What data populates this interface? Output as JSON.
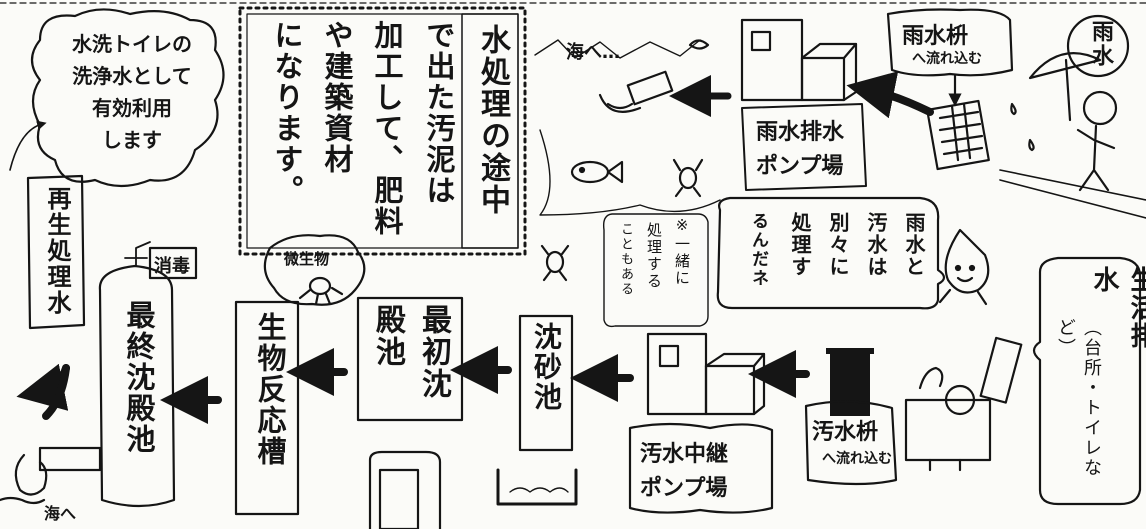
{
  "flow_labels": {
    "sewage_title": "生活排水",
    "sewage_sub": "（台所・トイレなど）",
    "sewage_basin_title": "汚水枡",
    "sewage_basin_sub": "へ流れ込む",
    "sewage_pump_line1": "汚水中継",
    "sewage_pump_line2": "ポンプ場",
    "grit_chamber": "沈砂池",
    "primary_settling": "最初沈殿池",
    "bioreactor": "生物反応槽",
    "microbe": "微生物",
    "final_settling": "最終沈殿池",
    "disinfection": "消毒",
    "reclaimed": "再生処理水",
    "to_sea_bottom": "海へ"
  },
  "rain_labels": {
    "rain": "雨水",
    "rain_basin_title": "雨水枡",
    "rain_basin_sub": "へ流れ込む",
    "rain_pump_line1": "雨水排水",
    "rain_pump_line2": "ポンプ場",
    "to_sea_top": "海へ…"
  },
  "notes": {
    "toilet_bubble": [
      "水洗トイレの",
      "洗浄水として",
      "有効利用",
      "します"
    ],
    "sludge_panel": [
      "水処理の途中",
      "で出た汚泥は",
      "加工して、肥料",
      "や建築資材",
      "になります。"
    ],
    "separate_bubble": [
      "雨水と",
      "汚水は",
      "別々に",
      "処理す",
      "るんだネ"
    ],
    "together_note": [
      "※一緒に",
      "処理する",
      "こともある"
    ]
  },
  "colors": {
    "ink": "#151515",
    "paper": "#fbfbf8"
  },
  "icons": [
    "arrow-left-icon",
    "umbrella-icon",
    "fish-icon",
    "building-icon",
    "tank-icon",
    "raindrop-character-icon"
  ]
}
